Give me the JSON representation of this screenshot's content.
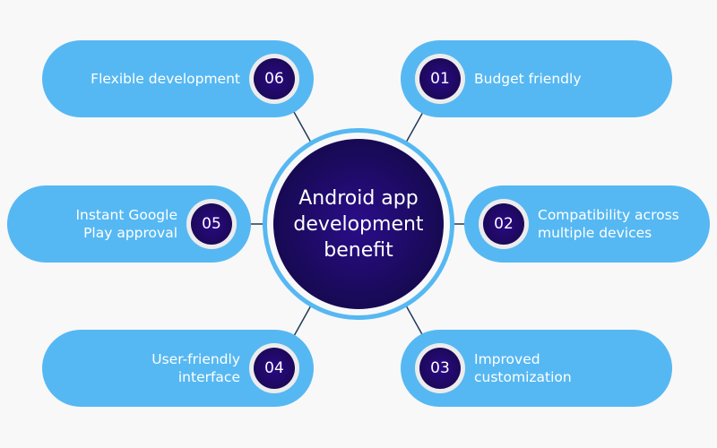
{
  "center": {
    "line1": "Android app",
    "line2": "development",
    "line3": "benefit"
  },
  "benefits": [
    {
      "number": "01",
      "line1": "Budget friendly",
      "line2": ""
    },
    {
      "number": "02",
      "line1": "Compatibility across",
      "line2": "multiple devices"
    },
    {
      "number": "03",
      "line1": "Improved",
      "line2": "customization"
    },
    {
      "number": "04",
      "line1": "User-friendly",
      "line2": "interface"
    },
    {
      "number": "05",
      "line1": "Instant Google",
      "line2": "Play approval"
    },
    {
      "number": "06",
      "line1": "Flexible development",
      "line2": ""
    }
  ],
  "colors": {
    "pill": "#56b8f2",
    "core": "#1a0a5a",
    "background": "#f8f8f9"
  }
}
